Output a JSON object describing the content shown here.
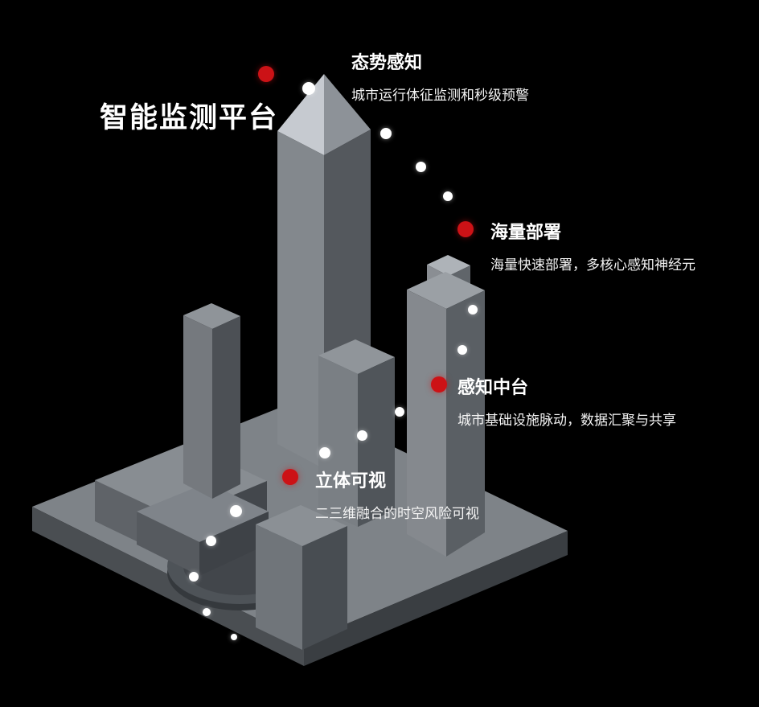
{
  "title": "智能监测平台",
  "features": [
    {
      "label": "态势感知",
      "desc": "城市运行体征监测和秒级预警"
    },
    {
      "label": "海量部署",
      "desc": "海量快速部署，多核心感知神经元"
    },
    {
      "label": "感知中台",
      "desc": "城市基础设施脉动，数据汇聚与共享"
    },
    {
      "label": "立体可视",
      "desc": "二三维融合的时空风险可视"
    }
  ],
  "icons": {
    "city_illustration": "isometric-city-model-icon",
    "feature_marker": "red-dot-marker-icon",
    "trail": "white-dot-trail-icon"
  },
  "colors": {
    "accent": "#cc1216",
    "dot": "#ffffff",
    "background": "#000000",
    "building_top": "#9aa0a6",
    "building_side_light": "#7c8186",
    "building_side_dark": "#4f5459"
  }
}
